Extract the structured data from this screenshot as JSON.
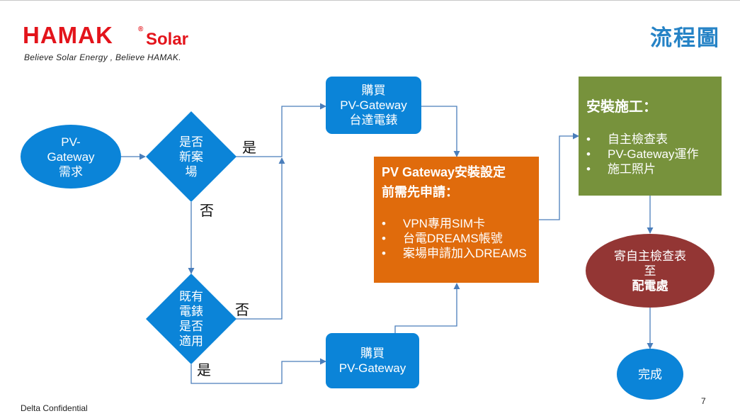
{
  "logo": {
    "brand": "HAMAK",
    "registered": "®",
    "solar": "Solar",
    "tagline": "Believe Solar Energy , Believe HAMAK."
  },
  "page_title": "流程圖",
  "colors": {
    "blue": "#0b84d8",
    "orange": "#e06b0c",
    "green": "#77923c",
    "darkred": "#933634",
    "connector": "#4a7ebb",
    "logo_red": "#e3141b",
    "title_blue": "#2683c6"
  },
  "nodes": {
    "start": [
      "PV-",
      "Gateway",
      "需求"
    ],
    "decision1": [
      "是否",
      "新案",
      "場"
    ],
    "decision2": [
      "既有",
      "電錶",
      "是否",
      "適用"
    ],
    "buy_meter": [
      "購買",
      "PV-Gateway",
      "台達電錶"
    ],
    "buy_gateway": [
      "購買",
      "PV-Gateway"
    ],
    "apply": {
      "title_lines": [
        "PV Gateway安裝設定",
        "前需先申請："
      ],
      "bullets": [
        "VPN專用SIM卡",
        "台電DREAMS帳號",
        "案場申請加入DREAMS"
      ]
    },
    "install": {
      "title": "安裝施工：",
      "bullets": [
        "自主檢查表",
        "PV-Gateway運作",
        "施工照片"
      ]
    },
    "send": [
      "寄自主檢查表",
      "至",
      "配電處"
    ],
    "done": "完成"
  },
  "edge_labels": {
    "d1_yes": "是",
    "d1_no": "否",
    "d2_no": "否",
    "d2_yes": "是"
  },
  "bullet_char": "•",
  "footer": "Delta Confidential",
  "page_number": "7"
}
